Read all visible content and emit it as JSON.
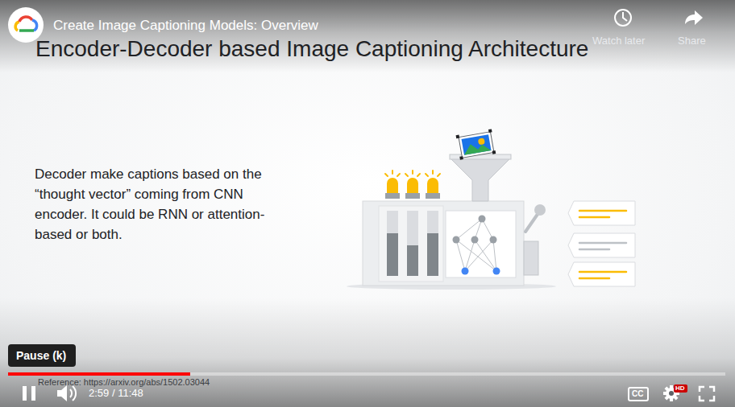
{
  "diagram": {
    "title": "Encoder-Decoder based Image Captioning Architecture",
    "nodes": [
      {
        "text": [
          "Pause (k)"
        ]
      },
      {
        "text": [
          "CC"
        ]
      },
      {
        "text": [
          "HD"
        ]
      }
    ],
    "labels": [
      "Create Image Captioning Models: Overview",
      "Watch later",
      "Share",
      "Decoder make captions based on the “thought vector” coming from CNN encoder. It could be RNN or attention-based or both.",
      "Reference: https://arxiv.org/abs/1502.03044",
      "2:59 / 11:48"
    ]
  }
}
